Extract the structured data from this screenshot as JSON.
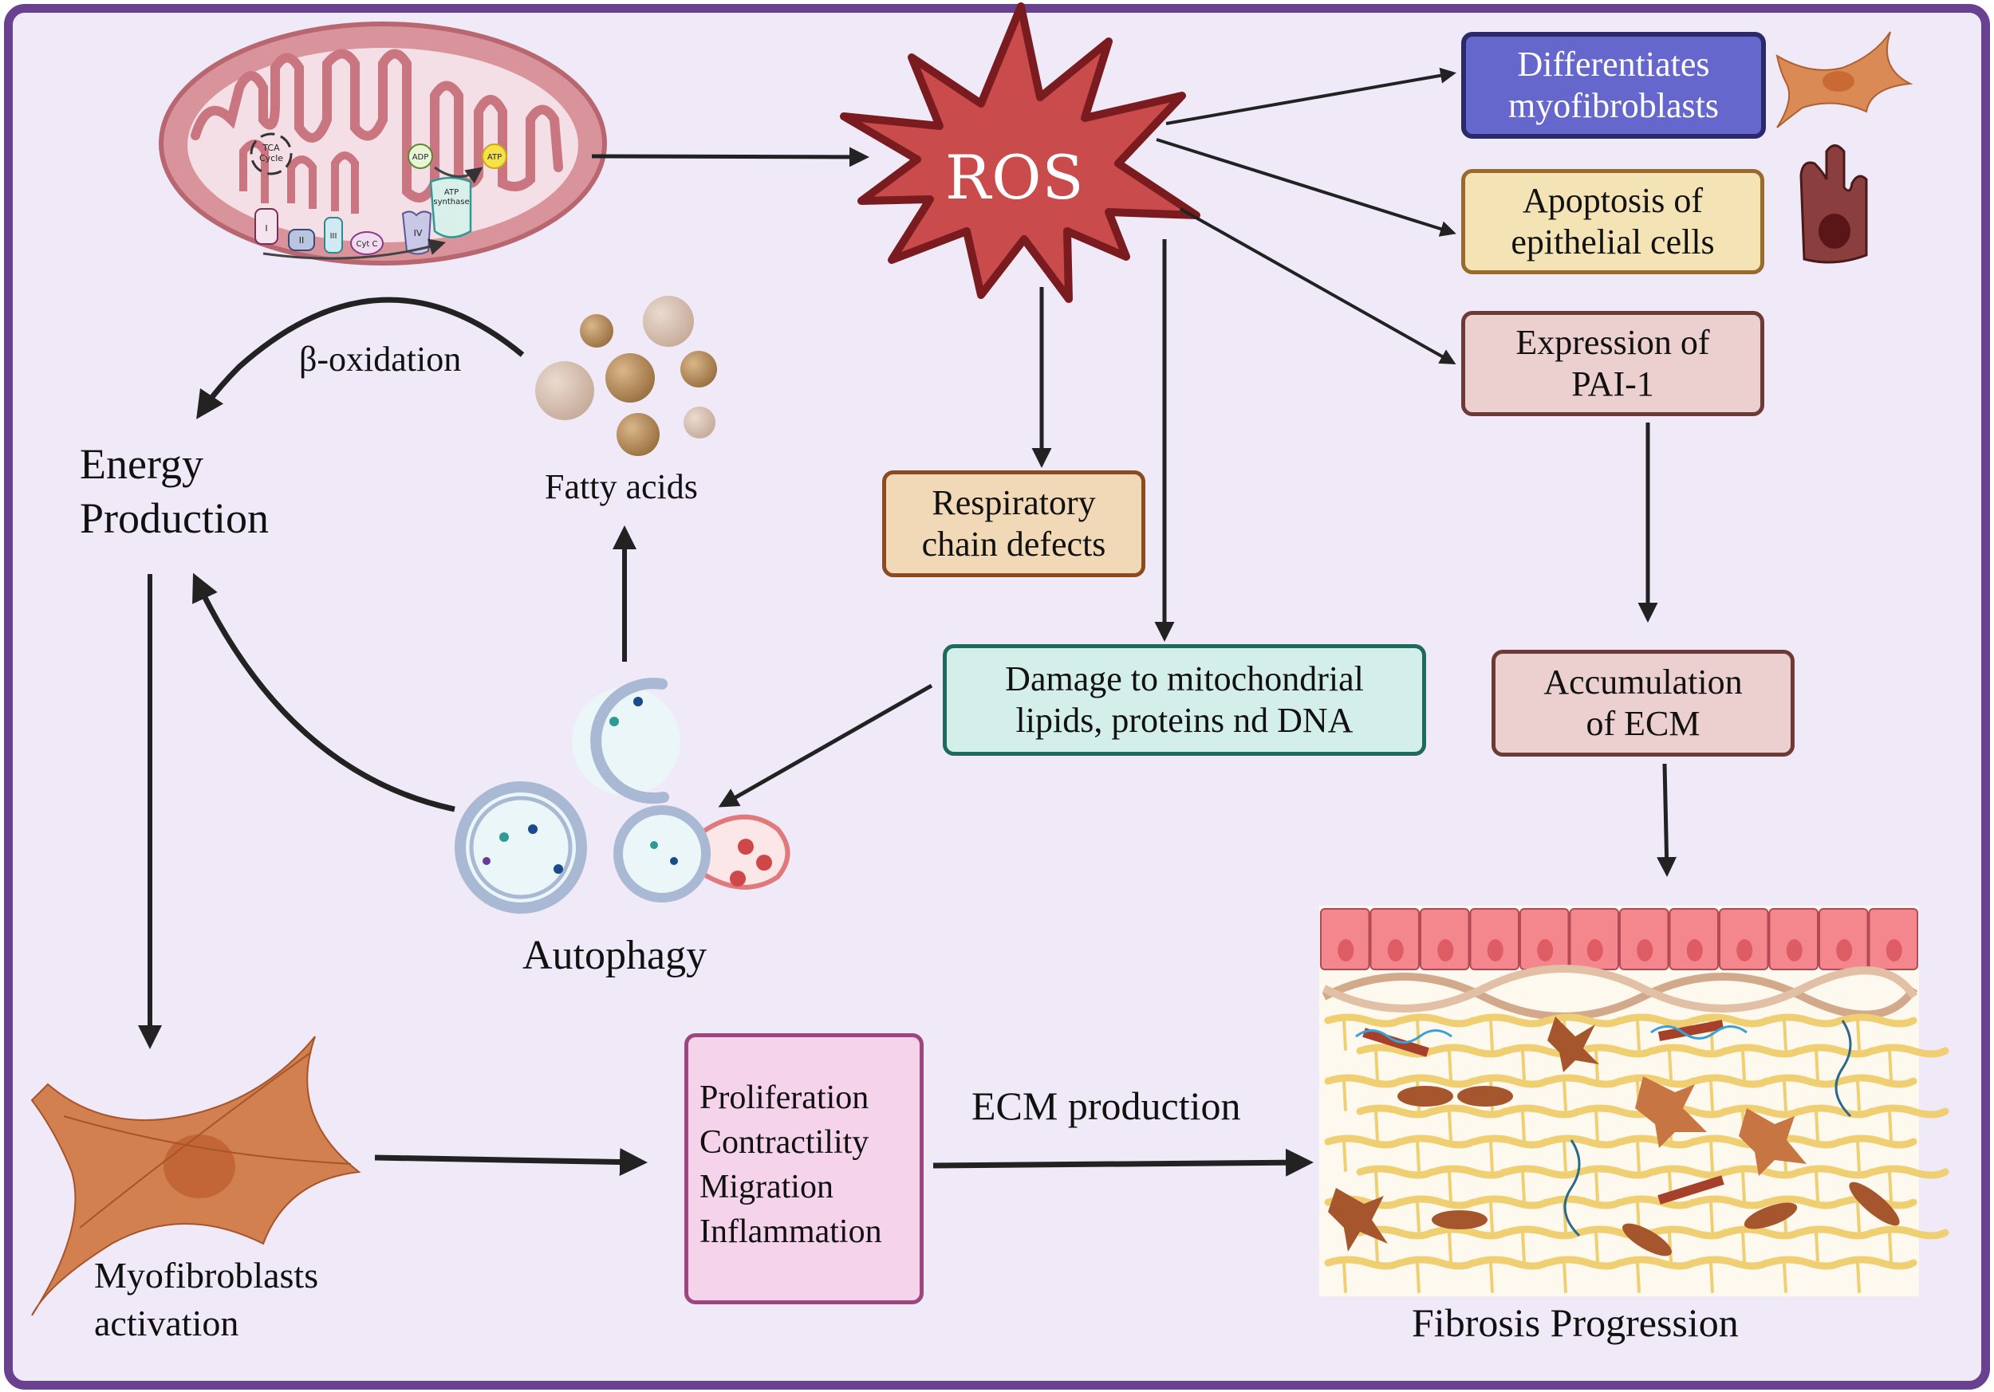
{
  "diagram": {
    "central_node": "ROS",
    "labels": {
      "beta_oxidation": "β-oxidation",
      "energy_production": [
        "Energy",
        "Production"
      ],
      "fatty_acids": "Fatty acids",
      "autophagy": "Autophagy",
      "myofibroblasts_activation": [
        "Myofibroblasts",
        "activation"
      ],
      "ecm_production": "ECM production",
      "fibrosis_progression": "Fibrosis Progression"
    },
    "mitochondrion": {
      "tca_cycle": [
        "TCA",
        "Cycle"
      ],
      "complexes": [
        "I",
        "II",
        "III",
        "Cyt C",
        "IV"
      ],
      "atp_synthase": [
        "ATP",
        "synthase"
      ],
      "adp": "ADP",
      "atp": "ATP"
    },
    "boxes": {
      "differentiates": [
        "Differentiates",
        "myofibroblasts"
      ],
      "apoptosis": [
        "Apoptosis of",
        "epithelial cells"
      ],
      "pai1": [
        "Expression of",
        "PAI-1"
      ],
      "respiratory": [
        "Respiratory",
        "chain defects"
      ],
      "damage": [
        "Damage to mitochondrial",
        "lipids, proteins nd DNA"
      ],
      "accumulation": [
        "Accumulation",
        "of ECM"
      ],
      "outcomes": [
        "Proliferation",
        "Contractility",
        "Migration",
        "Inflammation"
      ]
    },
    "colors": {
      "frame": "#6a4190",
      "background": "#f0e9f8",
      "ros_fill": "#c94b4b",
      "ros_stroke": "#7a1c1f",
      "differentiates_fill": "#6667cc",
      "apoptosis_fill": "#f3e3b5",
      "pai1_fill": "#ecd0d0",
      "respiratory_fill": "#f1d9b7",
      "damage_fill": "#d4eeea",
      "outcomes_fill": "#f5d3ea"
    }
  }
}
